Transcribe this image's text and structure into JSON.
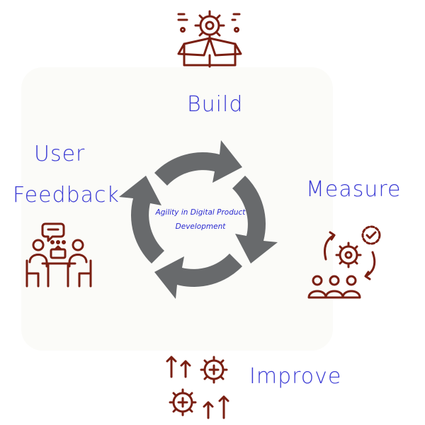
{
  "center": {
    "line1": "Agility in Digital Product",
    "line2": "Development"
  },
  "stages": {
    "build": "Build",
    "measure": "Measure",
    "improve": "Improve",
    "user_feedback_line1": "User",
    "user_feedback_line2": "Feedback"
  },
  "colors": {
    "label": "#3b3bd4",
    "icon": "#7a1f12",
    "arrows": "#686a6c",
    "center_text": "#2a2ad0"
  },
  "icons": {
    "build": "gear-in-open-box-icon",
    "measure": "team-gear-cycle-check-icon",
    "improve": "gears-up-arrows-icon",
    "user_feedback": "meeting-chat-icon"
  }
}
